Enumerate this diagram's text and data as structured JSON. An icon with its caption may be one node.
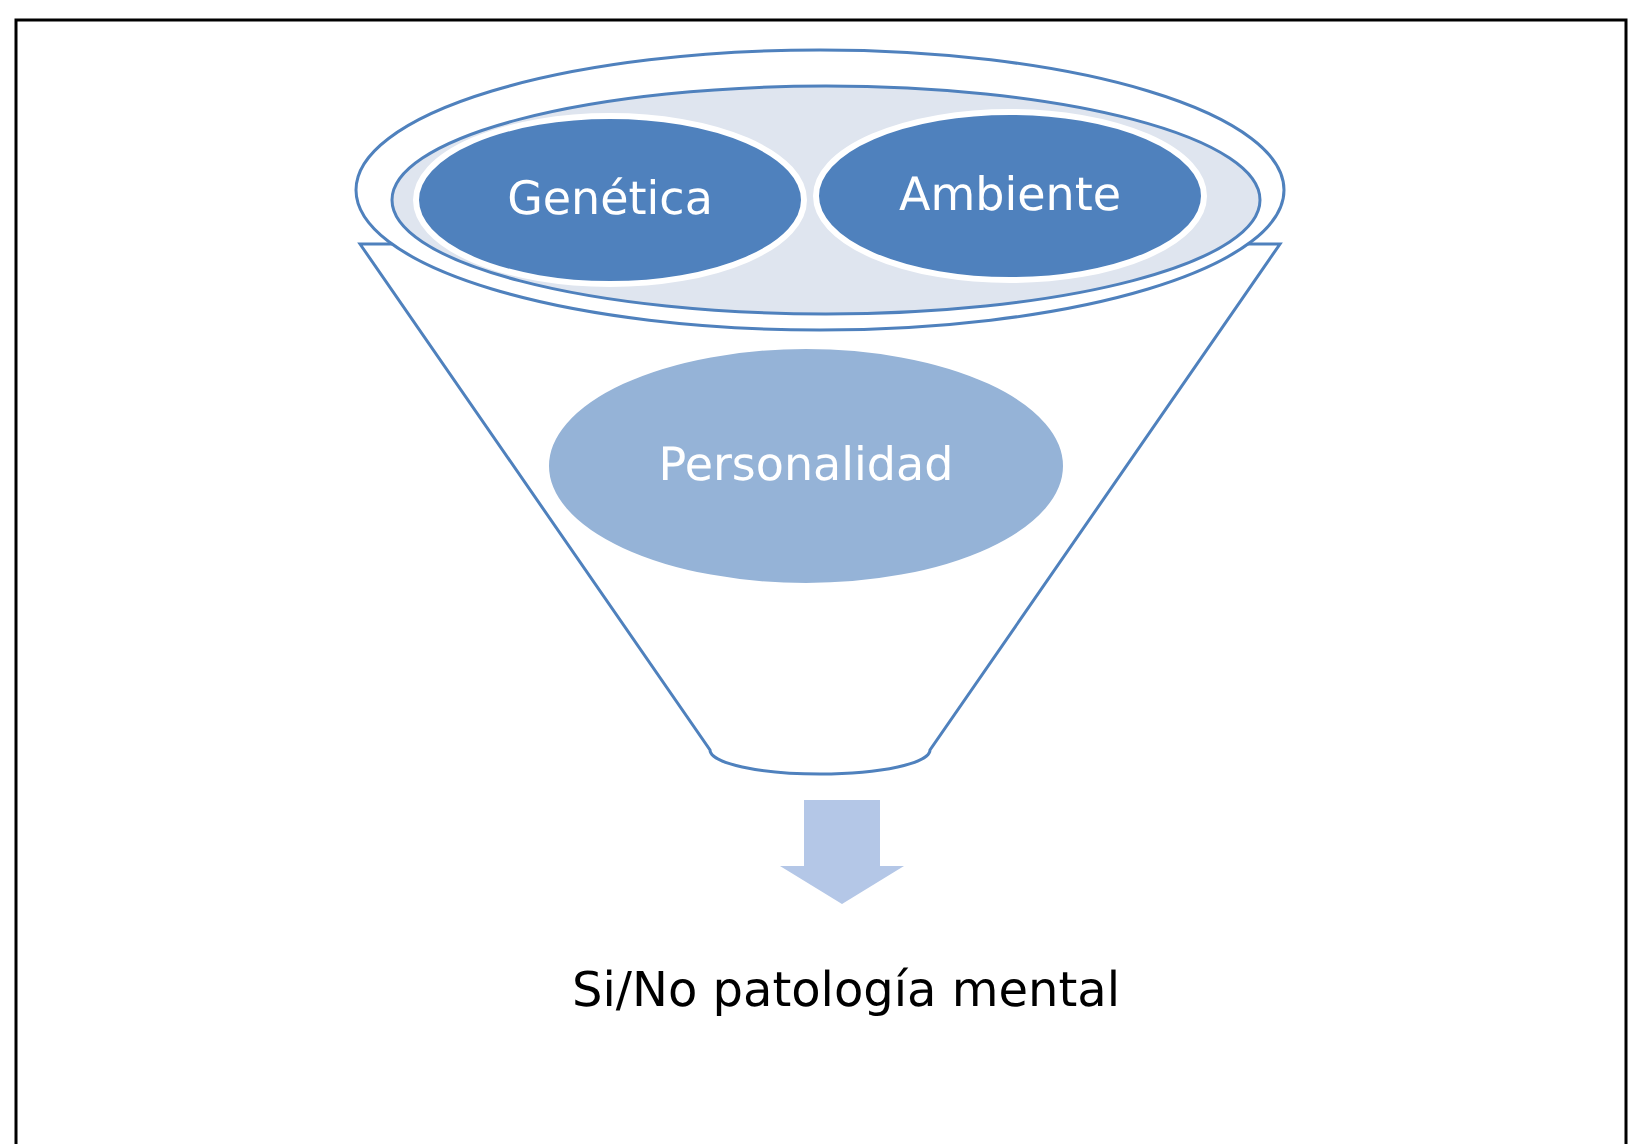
{
  "diagram": {
    "nodes": [
      {
        "text": [],
        "shape": "funnel"
      },
      {
        "text": [
          "Genética"
        ]
      },
      {
        "text": [
          "Ambiente"
        ]
      },
      {
        "text": [
          "Personalidad"
        ],
        "in": 0
      },
      {
        "text": [
          "Si/No patología mental"
        ]
      }
    ],
    "edges": [
      {
        "from": 0,
        "to": 4,
        "arrow": "to",
        "style": "thick"
      }
    ]
  }
}
